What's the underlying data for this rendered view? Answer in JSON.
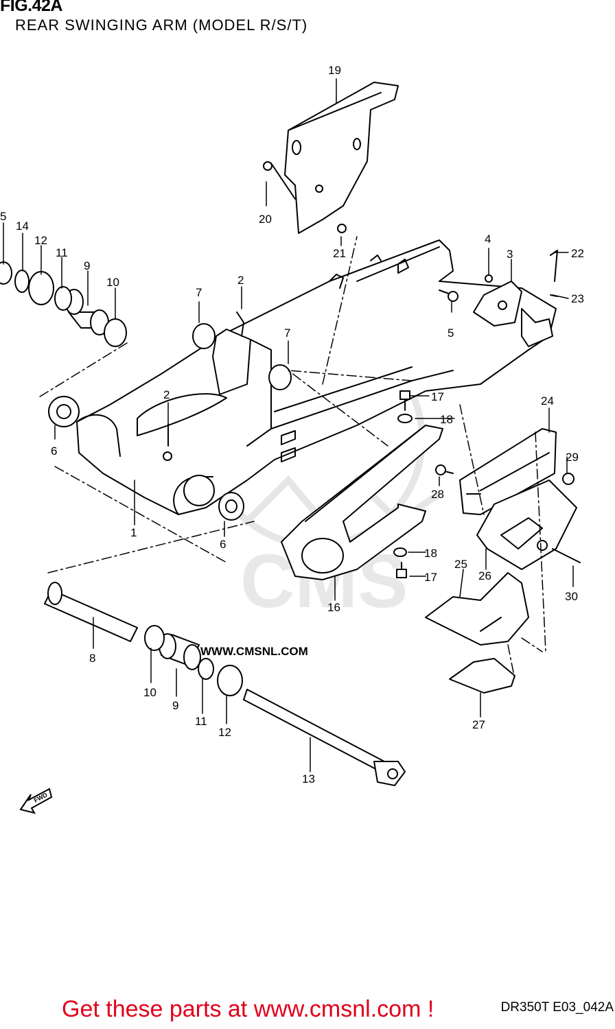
{
  "figure": {
    "title": "FIG.42A",
    "subtitle": "REAR SWINGING ARM (MODEL R/S/T)",
    "code": "DR350T E03_042A"
  },
  "watermark": {
    "text": "WWW.CMSNL.COM",
    "logo_text": "CMS"
  },
  "fwd_arrow": {
    "label": "FWD"
  },
  "cta": {
    "text": "Get these parts at www.cmsnl.com !"
  },
  "colors": {
    "line": "#000000",
    "watermark": "#e4e4e4",
    "cta": "#e0001a"
  },
  "callouts": {
    "p1": "1",
    "p2a": "2",
    "p2b": "2",
    "p3": "3",
    "p4": "4",
    "p5a": "5",
    "p5b": "5",
    "p6a": "6",
    "p6b": "6",
    "p7a": "7",
    "p7b": "7",
    "p8": "8",
    "p9a": "9",
    "p9b": "9",
    "p10a": "10",
    "p10b": "10",
    "p11a": "11",
    "p11b": "11",
    "p12a": "12",
    "p12b": "12",
    "p13": "13",
    "p14": "14",
    "p16": "16",
    "p17a": "17",
    "p17b": "17",
    "p18a": "18",
    "p18b": "18",
    "p19": "19",
    "p20": "20",
    "p21": "21",
    "p22": "22",
    "p23": "23",
    "p24": "24",
    "p25": "25",
    "p26": "26",
    "p27": "27",
    "p28": "28",
    "p29": "29",
    "p30": "30"
  }
}
